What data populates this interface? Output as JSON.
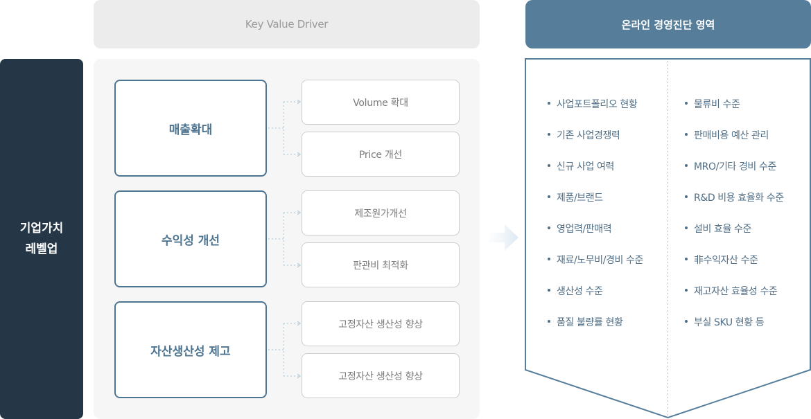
{
  "left_column": {
    "label": "기업가치\n레벨업"
  },
  "key_value_driver": {
    "header": "Key Value Driver",
    "drivers": [
      {
        "label": "매출확대",
        "subs": [
          "Volume 확대",
          "Price 개선"
        ]
      },
      {
        "label": "수익성 개선",
        "subs": [
          "제조원가개선",
          "판관비 최적화"
        ]
      },
      {
        "label": "자산생산성 제고",
        "subs": [
          "고정자산 생산성 향상",
          "고정자산 생산성 향상"
        ]
      }
    ]
  },
  "diagnosis": {
    "header": "온라인 경영진단 영역",
    "column_a": [
      "사업포트폴리오 현황",
      "기존 사업경쟁력",
      "신규 사업 여력",
      "제품/브랜드",
      "영업력/판매력",
      "재료/노무비/경비 수준",
      "생산성 수준",
      "품질 불량률 현황"
    ],
    "column_b": [
      "물류비 수준",
      "판매비용 예산 관리",
      "MRO/기타 경비 수준",
      "R&D 비용 효율화 수준",
      "설비 효율 수준",
      "非수익자산 수준",
      "재고자산 효율성 수준",
      "부실 SKU 현황 등"
    ]
  },
  "colors": {
    "dark_navy": "#253746",
    "steel_blue": "#567e9a",
    "driver_border": "#4d7490",
    "panel_gray": "#f6f6f6",
    "header_gray": "#ececec"
  }
}
